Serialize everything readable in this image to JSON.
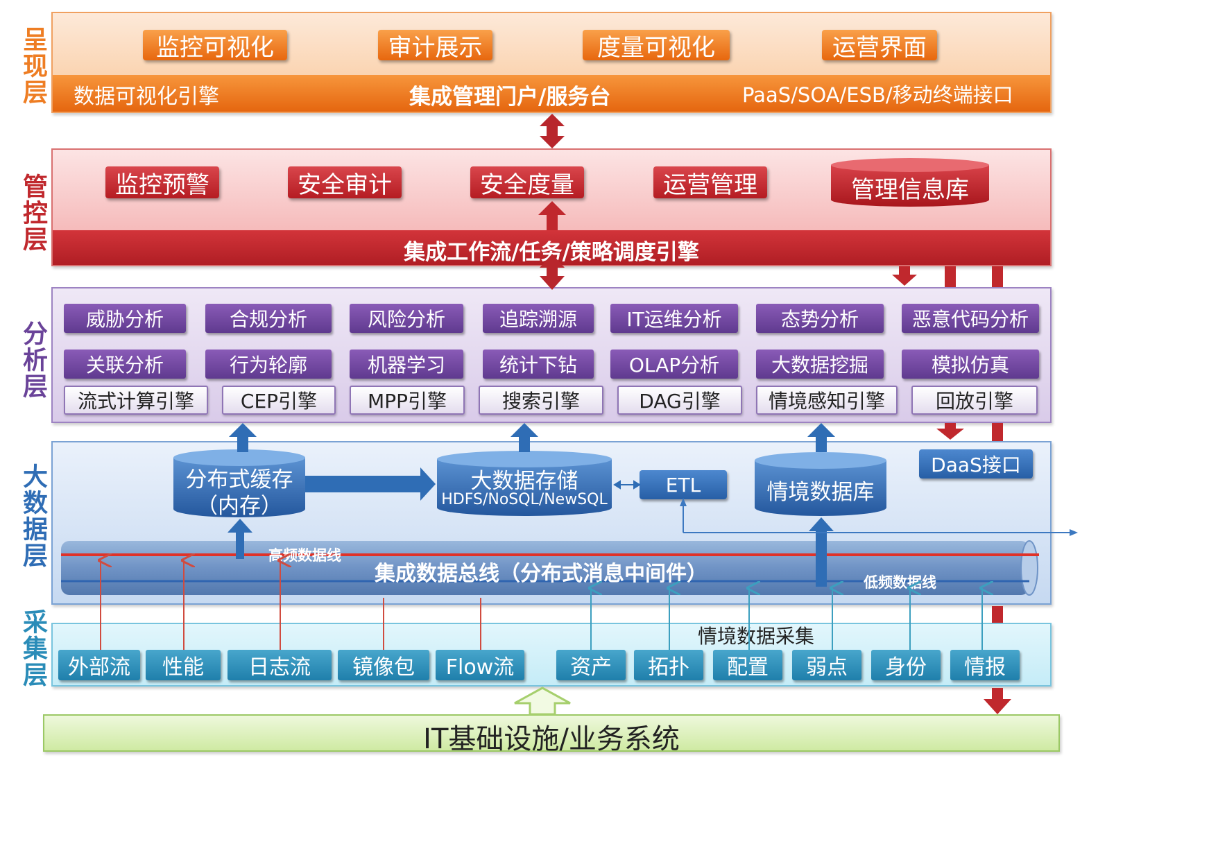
{
  "layers": {
    "presentation": {
      "label": "呈现层",
      "items": [
        "监控可视化",
        "审计展示",
        "度量可视化",
        "运营界面"
      ],
      "bar_left": "数据可视化引擎",
      "bar_center": "集成管理门户/服务台",
      "bar_right": "PaaS/SOA/ESB/移动终端接口"
    },
    "control": {
      "label": "管控层",
      "items": [
        "监控预警",
        "安全审计",
        "安全度量",
        "运营管理"
      ],
      "db": "管理信息库",
      "bar": "集成工作流/任务/策略调度引擎"
    },
    "analysis": {
      "label": "分析层",
      "row1": [
        "威胁分析",
        "合规分析",
        "风险分析",
        "追踪溯源",
        "IT运维分析",
        "态势分析",
        "恶意代码分析"
      ],
      "row2": [
        "关联分析",
        "行为轮廓",
        "机器学习",
        "统计下钻",
        "OLAP分析",
        "大数据挖掘",
        "模拟仿真"
      ],
      "engines": [
        "流式计算引擎",
        "CEP引擎",
        "MPP引擎",
        "搜索引擎",
        "DAG引擎",
        "情境感知引擎",
        "回放引擎"
      ]
    },
    "bigdata": {
      "label": "大数据层",
      "cache_line1": "分布式缓存",
      "cache_line2": "（内存）",
      "storage_line1": "大数据存储",
      "storage_line2": "HDFS/NoSQL/NewSQL",
      "etl": "ETL",
      "context_db": "情境数据库",
      "daas": "DaaS接口",
      "bus": "集成数据总线（分布式消息中间件）",
      "high_freq": "高频数据线",
      "low_freq": "低频数据线"
    },
    "collection": {
      "label": "采集层",
      "context_title": "情境数据采集",
      "items": [
        "外部流",
        "性能",
        "日志流",
        "镜像包",
        "Flow流",
        "资产",
        "拓扑",
        "配置",
        "弱点",
        "身份",
        "情报"
      ]
    }
  },
  "foundation": "IT基础设施/业务系统",
  "colors": {
    "orange": "#ee7d23",
    "red": "#c0282d",
    "purple": "#6a4399",
    "blue": "#2f6db5",
    "teal": "#2a8cb8",
    "green": "#d6eeb0"
  }
}
